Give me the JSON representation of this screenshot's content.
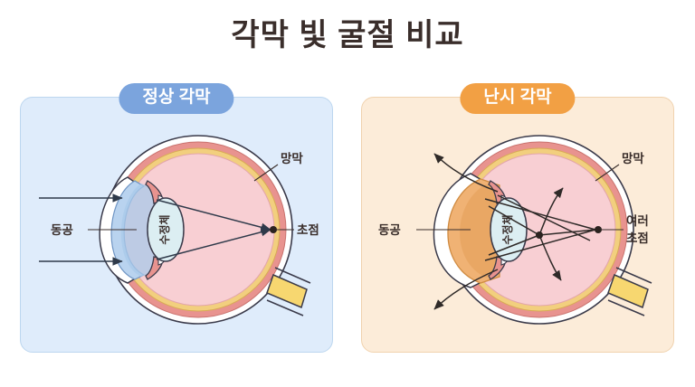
{
  "title": "각막 빛 굴절 비교",
  "panels": [
    {
      "id": "normal",
      "badge": "정상 각막",
      "badge_color": "#7ba4dd",
      "background_color": "#dfecfb",
      "cornea_color": "#b9d3ef",
      "labels": {
        "pupil": "동공",
        "lens": "수정체",
        "retina": "망막",
        "focus": "초점"
      },
      "focus_count": 1,
      "ray_count": 2,
      "description_semantics": "parallel-rays-converge-single-focus-on-retina"
    },
    {
      "id": "astigmatism",
      "badge": "난시 각막",
      "badge_color": "#f2a044",
      "background_color": "#fcecd9",
      "cornea_color": "#f0b274",
      "labels": {
        "pupil": "동공",
        "lens": "수정체",
        "retina": "망막",
        "focus_line1": "여러",
        "focus_line2": "초점"
      },
      "focus_count": 2,
      "ray_count": 4,
      "description_semantics": "irregular-cornea-scatters-rays-multiple-foci"
    }
  ],
  "anatomy_colors": {
    "sclera": "#ffffff",
    "choroid": "#e8938f",
    "retina": "#f2cf7e",
    "vitreous": "#f8cfd3",
    "lens": "#dceef2",
    "optic_nerve": "#f7d770",
    "outline": "#3a3a4a"
  }
}
